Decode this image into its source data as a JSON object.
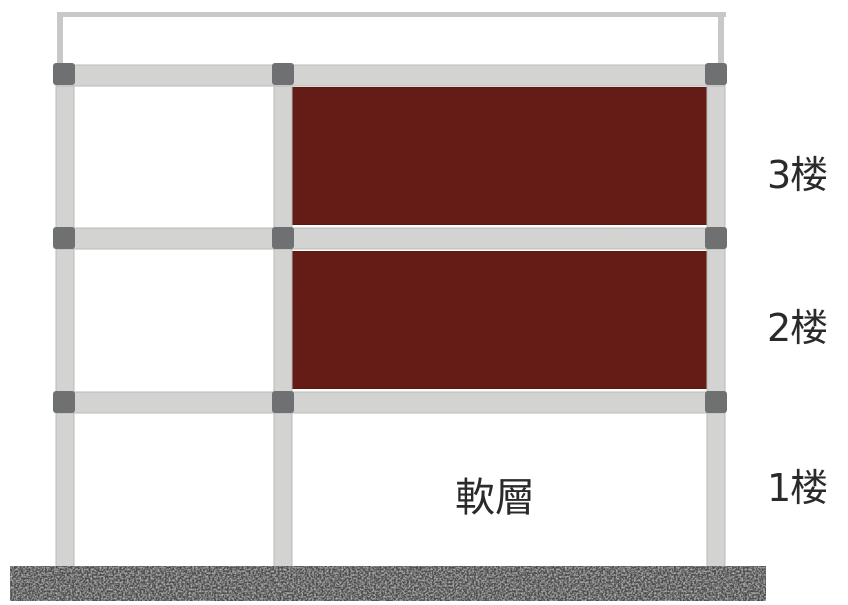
{
  "floors": [
    {
      "label": "3楼",
      "has_wall": true
    },
    {
      "label": "2楼",
      "has_wall": true
    },
    {
      "label": "1楼",
      "has_wall": false
    }
  ],
  "soft_story_label": "軟層",
  "colors": {
    "frame": "#d3d4d2",
    "frame_edge": "#b9bab8",
    "joint": "#6f7072",
    "wall": "#6a231f",
    "wall_dark": "#561a17",
    "ground": "#4b4b4b",
    "ground_speck": "#8a8a8a",
    "roof_line": "#c8c8c8"
  }
}
